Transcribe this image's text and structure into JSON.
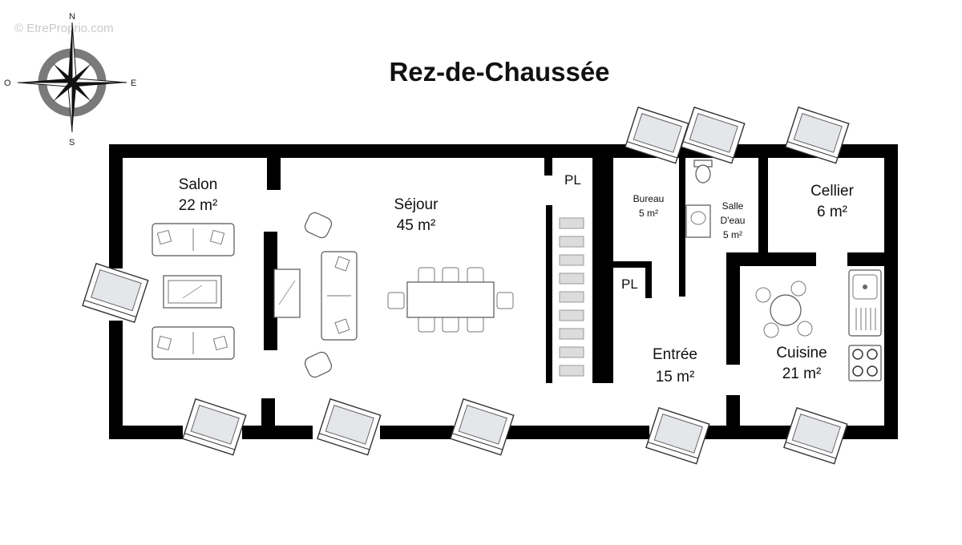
{
  "watermark": "© EtreProprio.com",
  "title": "Rez-de-Chaussée",
  "compass": {
    "n": "N",
    "s": "S",
    "e": "E",
    "o": "O"
  },
  "rooms": {
    "salon": {
      "name": "Salon",
      "area": "22 m²"
    },
    "sejour": {
      "name": "Séjour",
      "area": "45 m²"
    },
    "bureau": {
      "name": "Bureau",
      "area": "5 m²"
    },
    "salle_deau": {
      "name1": "Salle",
      "name2": "D'eau",
      "area": "5 m²"
    },
    "cellier": {
      "name": "Cellier",
      "area": "6 m²"
    },
    "entree": {
      "name": "Entrée",
      "area": "15 m²"
    },
    "cuisine": {
      "name": "Cuisine",
      "area": "21 m²"
    }
  },
  "placards": [
    "PL",
    "PL"
  ]
}
